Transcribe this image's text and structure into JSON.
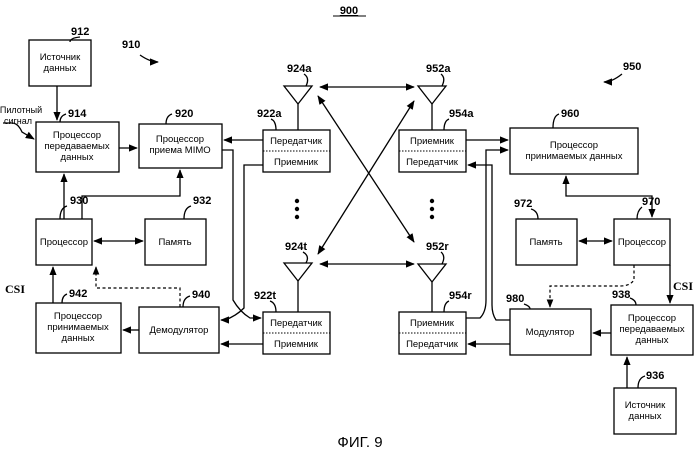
{
  "figure_number": "900",
  "caption": "ФИГ. 9",
  "refs": {
    "r910": "910",
    "r912": "912",
    "r914": "914",
    "r920": "920",
    "r922a": "922a",
    "r922t": "922t",
    "r924a": "924a",
    "r924t": "924t",
    "r930": "930",
    "r932": "932",
    "r940": "940",
    "r942": "942",
    "r950": "950",
    "r952a": "952a",
    "r952r": "952r",
    "r954a": "954a",
    "r954r": "954r",
    "r960": "960",
    "r970": "970",
    "r972": "972",
    "r980": "980",
    "r938": "938",
    "r936": "936"
  },
  "labels": {
    "pilot": [
      "Пилотный",
      "сигнал"
    ],
    "csi": "CSI",
    "src912": [
      "Источник",
      "данных"
    ],
    "txproc914": [
      "Процессор",
      "передаваемых",
      "данных"
    ],
    "mimo920": [
      "Процессор",
      "приема MIMO"
    ],
    "proc930": "Процессор",
    "mem932": "Память",
    "rxproc942": [
      "Процессор",
      "принимаемых",
      "данных"
    ],
    "demod940": "Демодулятор",
    "tx922a": "Передатчик",
    "rx922a": "Приемник",
    "tx922t": "Передатчик",
    "rx922t": "Приемник",
    "rx954a": "Приемник",
    "tx954a": "Передатчик",
    "rx954r": "Приемник",
    "tx954r": "Передатчик",
    "rxproc960": [
      "Процессор",
      "принимаемых данных"
    ],
    "mem972": "Память",
    "proc970": "Процессор",
    "mod980": "Модулятор",
    "txproc938": [
      "Процессор",
      "передаваемых",
      "данных"
    ],
    "src936": [
      "Источник",
      "данных"
    ]
  }
}
